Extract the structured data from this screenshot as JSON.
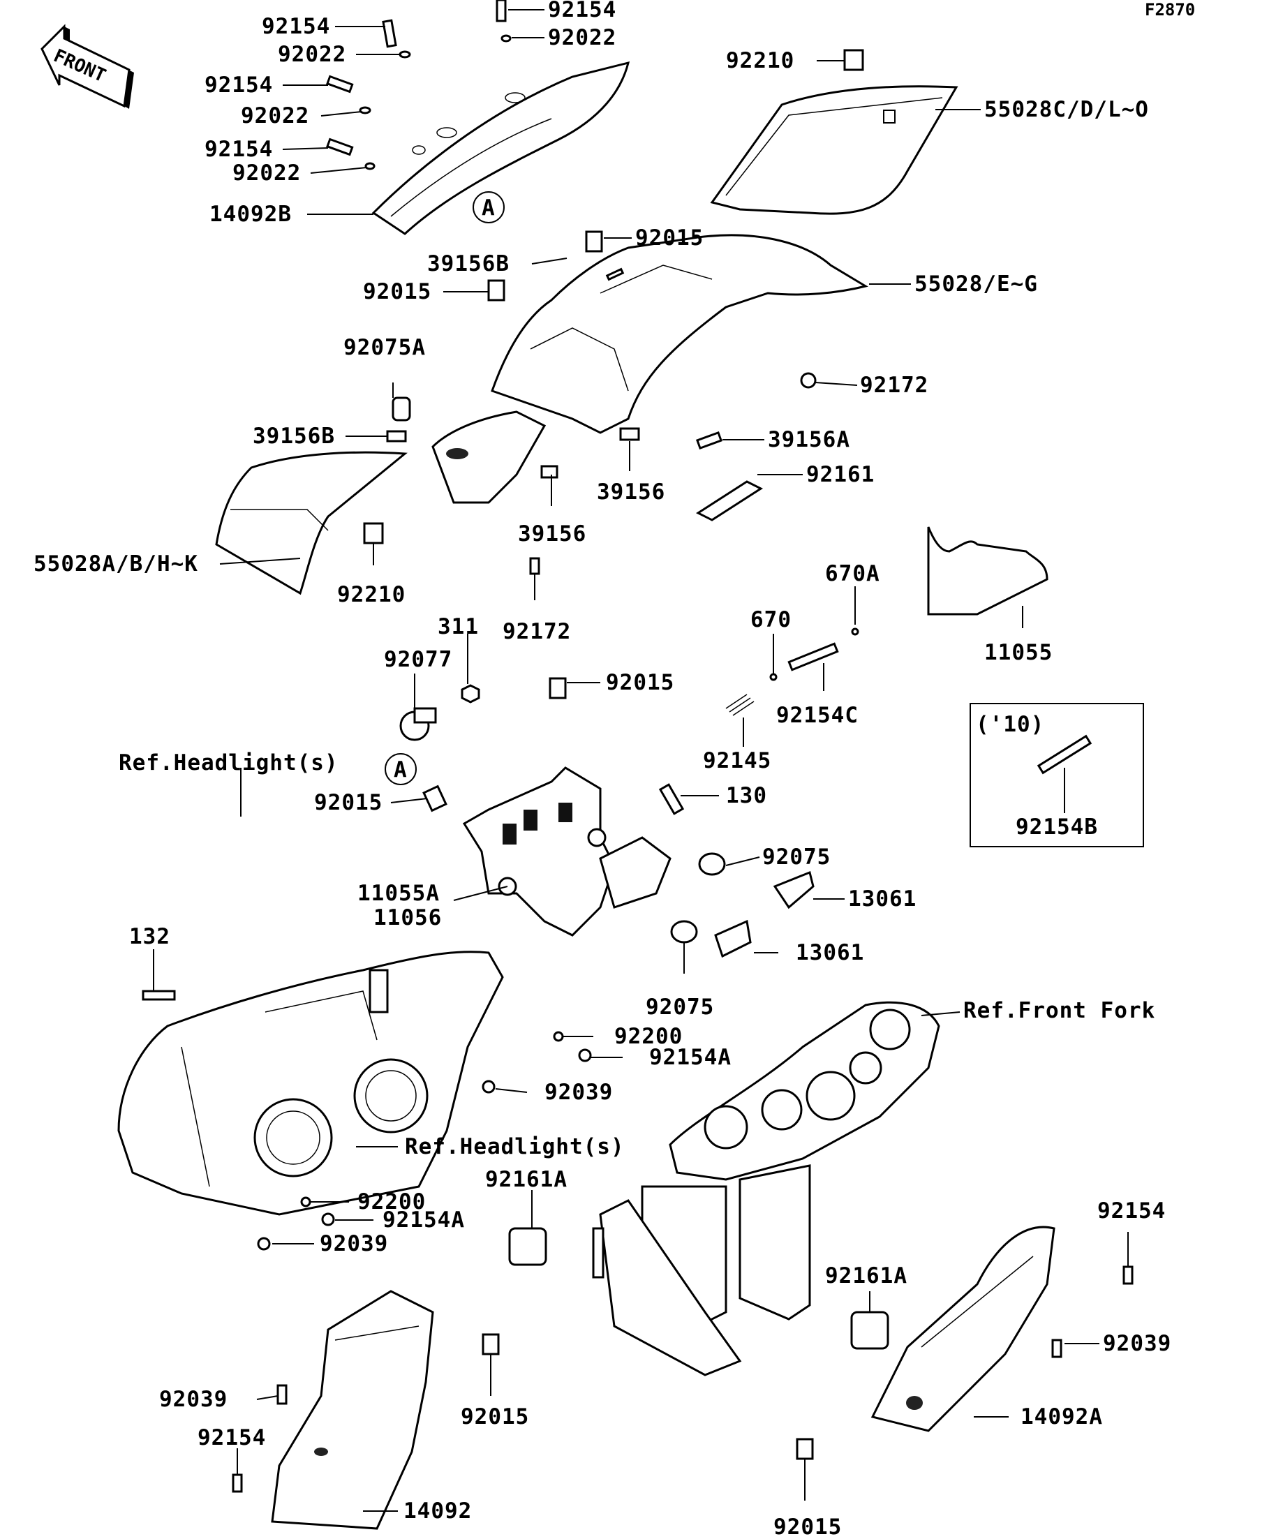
{
  "figure_code": "F2870",
  "front_arrow_label": "FRONT",
  "circle_ref": "A",
  "year_box_label": "('10)",
  "labels": {
    "l_92154_tl1": "92154",
    "l_92022_tl1": "92022",
    "l_92154_tl2": "92154",
    "l_92022_tl2": "92022",
    "l_92154_tl3": "92154",
    "l_92022_tl3": "92022",
    "l_92154_top": "92154",
    "l_92022_top": "92022",
    "l_14092B": "14092B",
    "l_92210_top": "92210",
    "l_55028C": "55028C/D/L~O",
    "l_92015_a": "92015",
    "l_39156B_a": "39156B",
    "l_92015_b": "92015",
    "l_55028E": "55028/E~G",
    "l_92075A": "92075A",
    "l_92172_a": "92172",
    "l_39156B_b": "39156B",
    "l_39156A": "39156A",
    "l_92161": "92161",
    "l_39156_a": "39156",
    "l_39156_b": "39156",
    "l_55028A": "55028A/B/H~K",
    "l_92210_b": "92210",
    "l_92172_b": "92172",
    "l_670A": "670A",
    "l_311": "311",
    "l_670": "670",
    "l_11055": "11055",
    "l_92077": "92077",
    "l_92015_c": "92015",
    "l_92154C": "92154C",
    "l_92145": "92145",
    "l_ref_head1": "Ref.Headlight(s)",
    "l_92015_d": "92015",
    "l_130": "130",
    "l_92154B": "92154B",
    "l_92075_a": "92075",
    "l_11055A": "11055A",
    "l_11056": "11056",
    "l_13061_a": "13061",
    "l_132": "132",
    "l_13061_b": "13061",
    "l_92075_b": "92075",
    "l_ref_fork": "Ref.Front Fork",
    "l_92200_a": "92200",
    "l_92154A_a": "92154A",
    "l_92039_a": "92039",
    "l_ref_head2": "Ref.Headlight(s)",
    "l_92161A_a": "92161A",
    "l_92200_b": "92200",
    "l_92154A_b": "92154A",
    "l_92039_b": "92039",
    "l_92154_r": "92154",
    "l_92161A_b": "92161A",
    "l_92039_r": "92039",
    "l_92039_l": "92039",
    "l_92154_l": "92154",
    "l_92015_e": "92015",
    "l_14092A": "14092A",
    "l_14092": "14092",
    "l_92015_f": "92015"
  }
}
